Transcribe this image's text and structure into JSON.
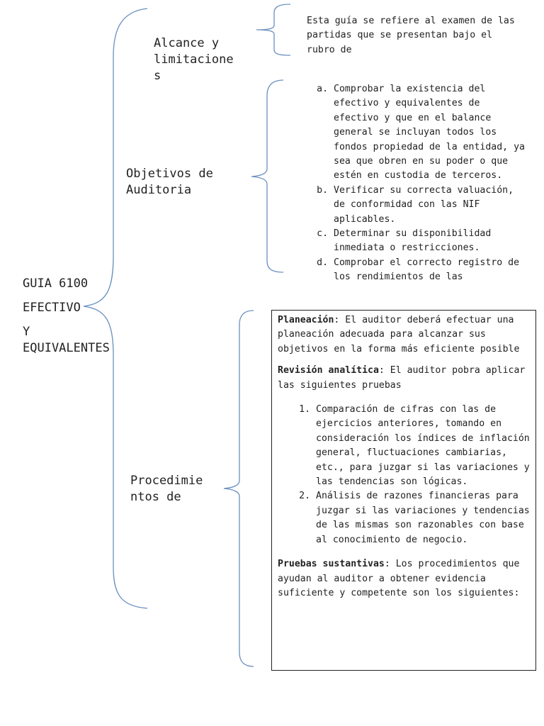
{
  "root": {
    "line1": "GUIA 6100",
    "line2": "EFECTIVO",
    "line3": "Y",
    "line4": "EQUIVALENTES"
  },
  "branches": {
    "alcance": {
      "label": "Alcance y\nlimitacione\ns",
      "text": "Esta guía se refiere al examen de las partidas que se presentan bajo el rubro de"
    },
    "objetivos": {
      "label": "Objetivos de\nAuditoria",
      "items": [
        "Comprobar la existencia del efectivo y equivalentes de efectivo y que en el balance general se incluyan todos los fondos propiedad de la entidad, ya sea que obren en su poder o que estén en custodia de terceros.",
        "Verificar su correcta valuación, de conformidad con las NIF aplicables.",
        "Determinar su disponibilidad inmediata o restricciones.",
        "Comprobar el correcto registro de los rendimientos de las"
      ]
    },
    "procedimientos": {
      "label": "Procedimie\nntos de",
      "planeacion_title": "Planeación",
      "planeacion_text": ": El auditor deberá efectuar una planeación adecuada para alcanzar sus objetivos en la forma más eficiente posible",
      "revision_title": "Revisión analítica",
      "revision_text": ": El auditor  pobra aplicar las siguientes pruebas",
      "revision_items": [
        "Comparación de cifras con las de ejercicios anteriores, tomando en consideración los índices de inflación general, fluctuaciones cambiarias, etc., para juzgar si las variaciones y las tendencias son lógicas.",
        "Análisis de razones financieras para juzgar si las variaciones y tendencias de las mismas son razonables con base al conocimiento de  negocio."
      ],
      "pruebas_title": "Pruebas sustantivas",
      "pruebas_text": ": Los procedimientos que ayudan al auditor a obtener evidencia suficiente y competente son los siguientes:"
    }
  },
  "colors": {
    "brace": "#6a8fbf",
    "text": "#222222"
  }
}
